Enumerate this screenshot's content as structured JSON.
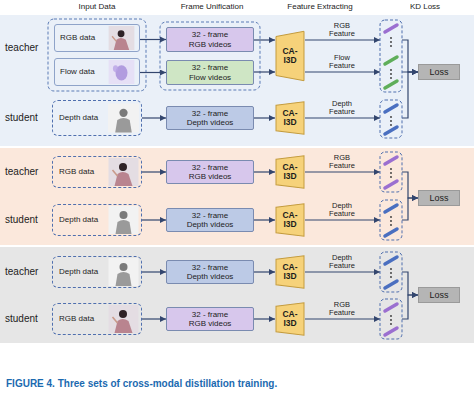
{
  "diagram": {
    "caption": "FIGURE 4. Three sets of cross-modal distillation training.",
    "nodes": [
      {
        "text": [
          "RGB data"
        ]
      },
      {
        "text": [
          "Flow data"
        ]
      },
      {
        "text": [
          "32 - frame RGB videos"
        ]
      },
      {
        "text": [
          "32 - frame Flow videos"
        ]
      },
      {
        "text": [
          "CA-I3D"
        ]
      },
      {
        "text": [
          "Depth data"
        ]
      },
      {
        "text": [
          "32 - frame Depth videos"
        ]
      },
      {
        "text": [
          "CA-I3D"
        ]
      },
      {
        "text": [
          "Loss"
        ]
      },
      {
        "text": [
          "RGB data"
        ]
      },
      {
        "text": [
          "32 - frame RGB videos"
        ]
      },
      {
        "text": [
          "CA-I3D"
        ]
      },
      {
        "text": [
          "Depth data"
        ]
      },
      {
        "text": [
          "32 - frame Depth videos"
        ]
      },
      {
        "text": [
          "CA-I3D"
        ]
      },
      {
        "text": [
          "Loss"
        ]
      },
      {
        "text": [
          "Depth data"
        ]
      },
      {
        "text": [
          "32 - frame Depth videos"
        ]
      },
      {
        "text": [
          "CA-I3D"
        ]
      },
      {
        "text": [
          "RGB data"
        ]
      },
      {
        "text": [
          "32 - frame RGB videos"
        ]
      },
      {
        "text": [
          "CA-I3D"
        ]
      },
      {
        "text": [
          "Loss"
        ]
      }
    ],
    "edges": [
      {
        "from": 0,
        "to": 2,
        "arrow": "to"
      },
      {
        "from": 1,
        "to": 3,
        "arrow": "to"
      },
      {
        "from": 2,
        "to": 4,
        "arrow": "to"
      },
      {
        "from": 3,
        "to": 4,
        "arrow": "to"
      },
      {
        "from": 5,
        "to": 6,
        "arrow": "to"
      },
      {
        "from": 6,
        "to": 7,
        "arrow": "to"
      },
      {
        "from": 4,
        "to": 8,
        "label": "RGB Feature",
        "arrow": "to"
      },
      {
        "from": 4,
        "to": 8,
        "label": "Flow Feature",
        "arrow": "to"
      },
      {
        "from": 7,
        "to": 8,
        "label": "Depth Feature",
        "arrow": "to"
      },
      {
        "from": 9,
        "to": 10,
        "arrow": "to"
      },
      {
        "from": 10,
        "to": 11,
        "arrow": "to"
      },
      {
        "from": 12,
        "to": 13,
        "arrow": "to"
      },
      {
        "from": 13,
        "to": 14,
        "arrow": "to"
      },
      {
        "from": 11,
        "to": 15,
        "label": "RGB Feature",
        "arrow": "to"
      },
      {
        "from": 14,
        "to": 15,
        "label": "Depth Feature",
        "arrow": "to"
      },
      {
        "from": 16,
        "to": 17,
        "arrow": "to"
      },
      {
        "from": 17,
        "to": 18,
        "arrow": "to"
      },
      {
        "from": 19,
        "to": 20,
        "arrow": "to"
      },
      {
        "from": 20,
        "to": 21,
        "arrow": "to"
      },
      {
        "from": 18,
        "to": 22,
        "label": "Depth Feature",
        "arrow": "to"
      },
      {
        "from": 21,
        "to": 22,
        "label": "RGB Feature",
        "arrow": "to"
      }
    ],
    "labels": [
      "Input Data",
      "Frame Unification",
      "Feature Extracting",
      "KD Loss",
      "teacher",
      "student",
      "teacher",
      "student",
      "teacher",
      "student"
    ]
  }
}
